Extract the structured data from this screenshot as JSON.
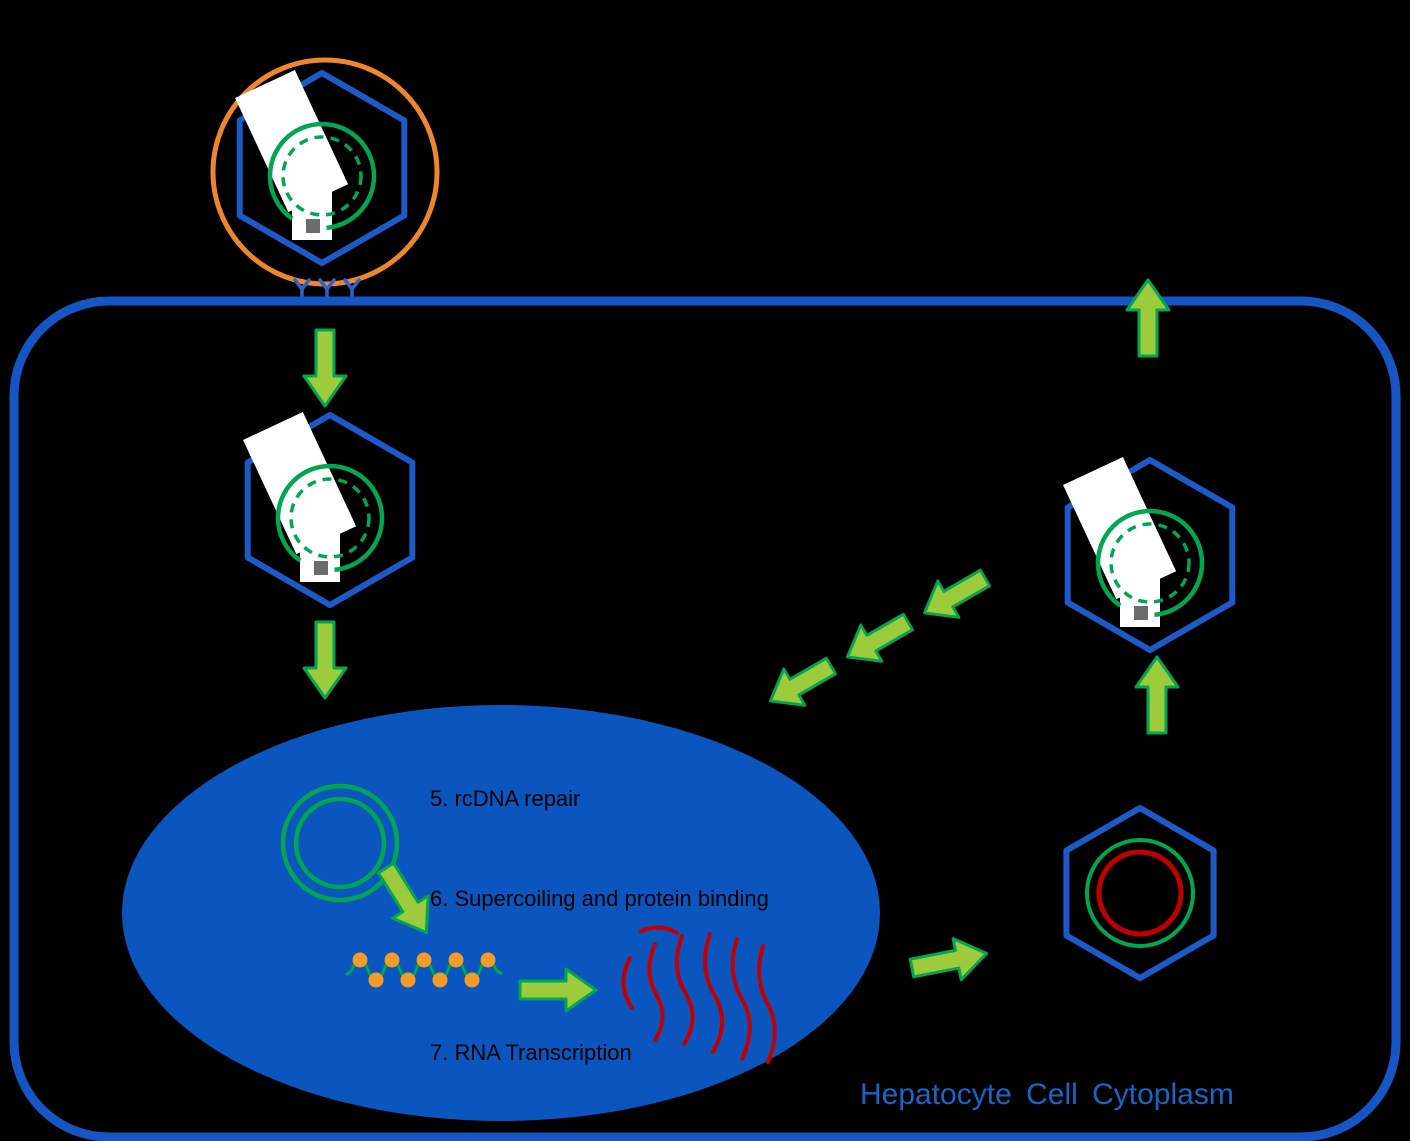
{
  "labels": {
    "step5": "5. rcDNA repair",
    "step6": "6. Supercoiling and protein binding",
    "step7": "7. RNA Transcription",
    "cytoplasm": "Hepatocyte Cell Cytoplasm"
  },
  "colors": {
    "background": "#000000",
    "membrane_blue": "#1656C4",
    "capsid_blue": "#1B5AC8",
    "nucleus_fill_blue": "#0A55BE",
    "dna_green": "#00A651",
    "arrow_fill_green": "#9CCB3B",
    "arrow_stroke_green": "#00A651",
    "envelope_orange": "#F0862C",
    "histone_orange": "#F59B27",
    "rna_red": "#C00000",
    "polymerase_gray": "#6B6B6B",
    "surface_protein_white": "#FFFFFF",
    "step_label_black": "#000000",
    "cytoplasm_label_blue": "#1765C8",
    "receptor_blue": "#2B63C9"
  }
}
